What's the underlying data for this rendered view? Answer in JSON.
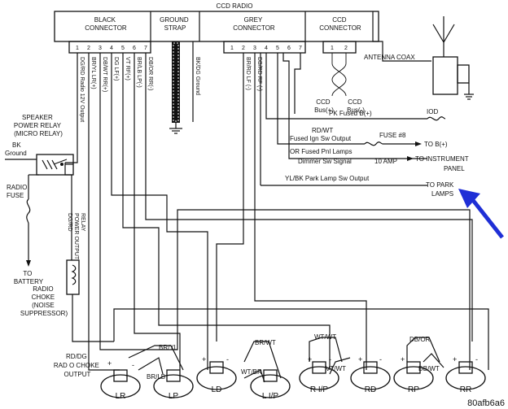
{
  "radio": {
    "title": "CCD RADIO",
    "black_connector": [
      "BLACK",
      "CONNECTOR"
    ],
    "ground_strap": [
      "GROUND",
      "STRAP"
    ],
    "grey_connector": [
      "GREY",
      "CONNECTOR"
    ],
    "ccd_connector": [
      "CCD",
      "CONNECTOR"
    ],
    "pins_black": [
      "1",
      "2",
      "3",
      "4",
      "5",
      "6",
      "7"
    ],
    "pins_grey": [
      "1",
      "2",
      "3",
      "4",
      "5",
      "6",
      "7"
    ],
    "pins_ccd": [
      "1",
      "2"
    ]
  },
  "black_wires": [
    "DG/RD Radio 12V Output",
    "BR/YL LR(+)",
    "DB/WT RR(+)",
    "DG LF(+)",
    "VT RF(+)",
    "BR/LB LP(-)",
    "DB/OR RR(-)"
  ],
  "ground_wire": "BK/DG Ground",
  "grey_wires": [
    "BR/RD LF (-)",
    "DB/RD RF (-)"
  ],
  "ccd": {
    "bus_pos": [
      "CCD",
      "Bus(+)"
    ],
    "bus_neg": [
      "CCD",
      "Bus(-)"
    ]
  },
  "antenna": "ANTENNA COAX",
  "grey_feeds": {
    "pk": "PK Fused B(+)",
    "iod": "IOD",
    "rdwt": "RD/WT",
    "ign": "Fused Ign Sw Output",
    "fuse": "FUSE #8",
    "to_b": "TO B(+)",
    "or_fused": "OR Fused Pnl Lamps",
    "dimmer": "Dimmer Sw Signal",
    "amp": "10 AMP",
    "to_instrument": [
      "TO INSTRUMENT",
      "PANEL"
    ],
    "ylbk": "YL/BK Park Lamp Sw Output",
    "to_park": [
      "TO PARK",
      "LAMPS"
    ]
  },
  "relay": {
    "speaker": [
      "SPEAKER",
      "POWER RELAY",
      "(MICRO RELAY)"
    ],
    "bk_ground": [
      "BK",
      "Ground"
    ],
    "radio_fuse": [
      "RADIO",
      "FUSE"
    ],
    "to_battery": [
      "TO",
      "BATTERY"
    ],
    "dgrd": [
      "DG/RD",
      "POWER OUTPUT",
      "RELAY"
    ]
  },
  "choke": {
    "label": [
      "RADIO",
      "CHOKE",
      "(NOISE",
      "SUPPRESSOR)"
    ],
    "output": [
      "RD/DG",
      "RAD O CHOKE",
      "OUTPUT"
    ]
  },
  "speakers": [
    "LR",
    "LP",
    "LD",
    "L I/P",
    "R I/P",
    "RD",
    "RP",
    "RR"
  ],
  "speaker_wires": [
    "BR/YL",
    "BR/LB",
    "BR/WT",
    "WT/BR",
    "WT/WT",
    "VT/WT",
    "DB/OR",
    "DB/WT"
  ],
  "signs": {
    "plus": "+",
    "minus": "-"
  },
  "ref_code": "80afb6a6",
  "colors": {
    "line": "#111111",
    "arrow": "#1f2fd6"
  }
}
